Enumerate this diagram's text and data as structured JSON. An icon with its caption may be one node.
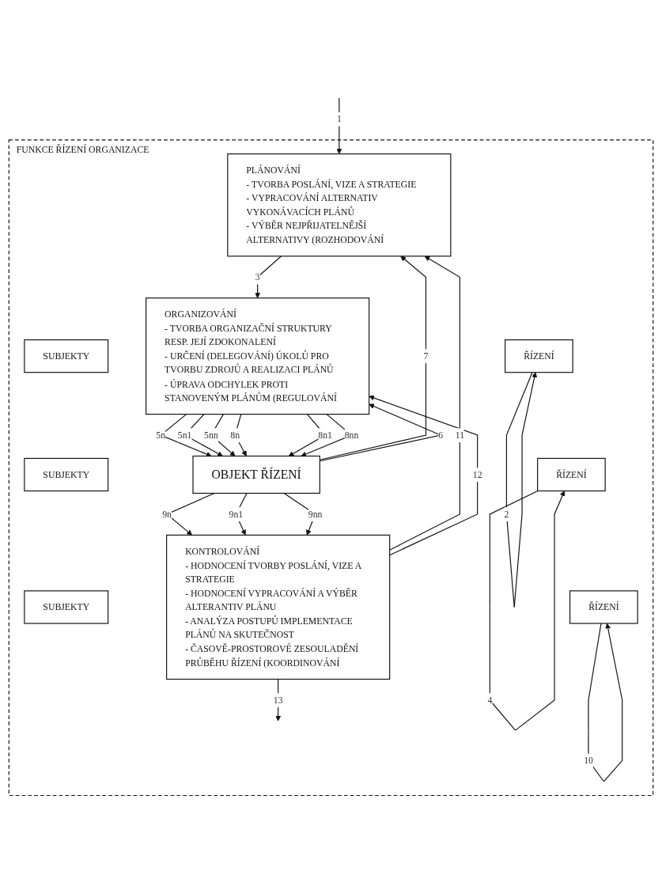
{
  "diagram": {
    "nodes": [
      {
        "text": [
          "FUNKCE ŘÍZENÍ ORGANIZACE"
        ]
      },
      {
        "text": [
          "SUBJEKTY"
        ],
        "in": 0
      },
      {
        "text": [
          "PLÁNOVÁNÍ",
          "- TVORBA POSLÁNÍ, VIZE A STRATEGIE",
          "- VYPRACOVÁNÍ ALTERNATIV VYKONÁVACÍCH PLÁNŮ",
          "- VÝBĚR NEJPŘIJATELNĚJŠÍ ALTERNATIVY (ROZHODOVÁNÍ"
        ],
        "in": 0
      },
      {
        "text": [
          "ŘÍZENÍ"
        ],
        "in": 0
      },
      {
        "text": [
          "SUBJEKTY"
        ],
        "in": 0
      },
      {
        "text": [
          "ORGANIZOVÁNÍ",
          "- TVORBA ORGANIZAČNÍ STRUKTURY RESP. JEJÍ ZDOKONALENÍ",
          "- URČENÍ (DELEGOVÁNÍ) ÚKOLŮ PRO TVORBU ZDROJŮ A REALIZACI PLÁNŮ",
          "- ÚPRAVA ODCHYLEK PROTI STANOVENÝM PLÁNŮM (REGULOVÁNÍ"
        ],
        "in": 0
      },
      {
        "text": [
          "ŘÍZENÍ"
        ],
        "in": 0
      },
      {
        "text": [
          "OBJEKT ŘÍZENÍ"
        ],
        "in": 0
      },
      {
        "text": [
          "SUBJEKTY"
        ],
        "in": 0
      },
      {
        "text": [
          "KONTROLOVÁNÍ",
          "- HODNOCENÍ TVORBY POSLÁNÍ, VIZE A STRATEGIE",
          "- HODNOCENÍ VYPRACOVÁNÍ A VÝBĚR ALTERANTIV PLÁNU",
          "- ANALÝZA POSTUPŮ IMPLEMENTACE PLÁNŮ NA SKUTEČNOST",
          "- ČASOVĚ-PROSTOROVÉ ZESOULADĚNÍ PRŮBĚHU ŘÍZENÍ (KOORDINOVÁNÍ"
        ],
        "in": 0
      },
      {
        "text": [
          "ŘÍZENÍ"
        ],
        "in": 0
      }
    ],
    "edges": [
      {
        "from": null,
        "to": 2,
        "arrow": "to",
        "label": "1"
      },
      {
        "from": 9,
        "to": 2,
        "arrow": "to",
        "label": "11"
      },
      {
        "from": 7,
        "to": 2,
        "arrow": "to",
        "label": "7"
      },
      {
        "from": 3,
        "to": 3,
        "arrow": "to",
        "label": "2"
      },
      {
        "from": 2,
        "to": 5,
        "arrow": "to",
        "label": "3"
      },
      {
        "from": 9,
        "to": 5,
        "arrow": "to",
        "label": "12"
      },
      {
        "from": 7,
        "to": 5,
        "arrow": "to",
        "label": "6"
      },
      {
        "from": 6,
        "to": 6,
        "arrow": "to",
        "label": "4"
      },
      {
        "from": 5,
        "to": 7,
        "arrow": "to",
        "label": "5n"
      },
      {
        "from": 5,
        "to": 7,
        "arrow": "to",
        "label": "5n1"
      },
      {
        "from": 5,
        "to": 7,
        "arrow": "to",
        "label": "5nn"
      },
      {
        "from": 5,
        "to": 7,
        "arrow": "to",
        "label": "8n"
      },
      {
        "from": 5,
        "to": 7,
        "arrow": "to",
        "label": "8n1"
      },
      {
        "from": 5,
        "to": 7,
        "arrow": "to",
        "label": "8nn"
      },
      {
        "from": 7,
        "to": 9,
        "arrow": "to",
        "label": "9n"
      },
      {
        "from": 7,
        "to": 9,
        "arrow": "to",
        "label": "9n1"
      },
      {
        "from": 7,
        "to": 9,
        "arrow": "to",
        "label": "9nn"
      },
      {
        "from": 10,
        "to": 10,
        "arrow": "to",
        "label": "10"
      },
      {
        "from": 9,
        "to": null,
        "arrow": "to",
        "label": "13"
      }
    ]
  }
}
